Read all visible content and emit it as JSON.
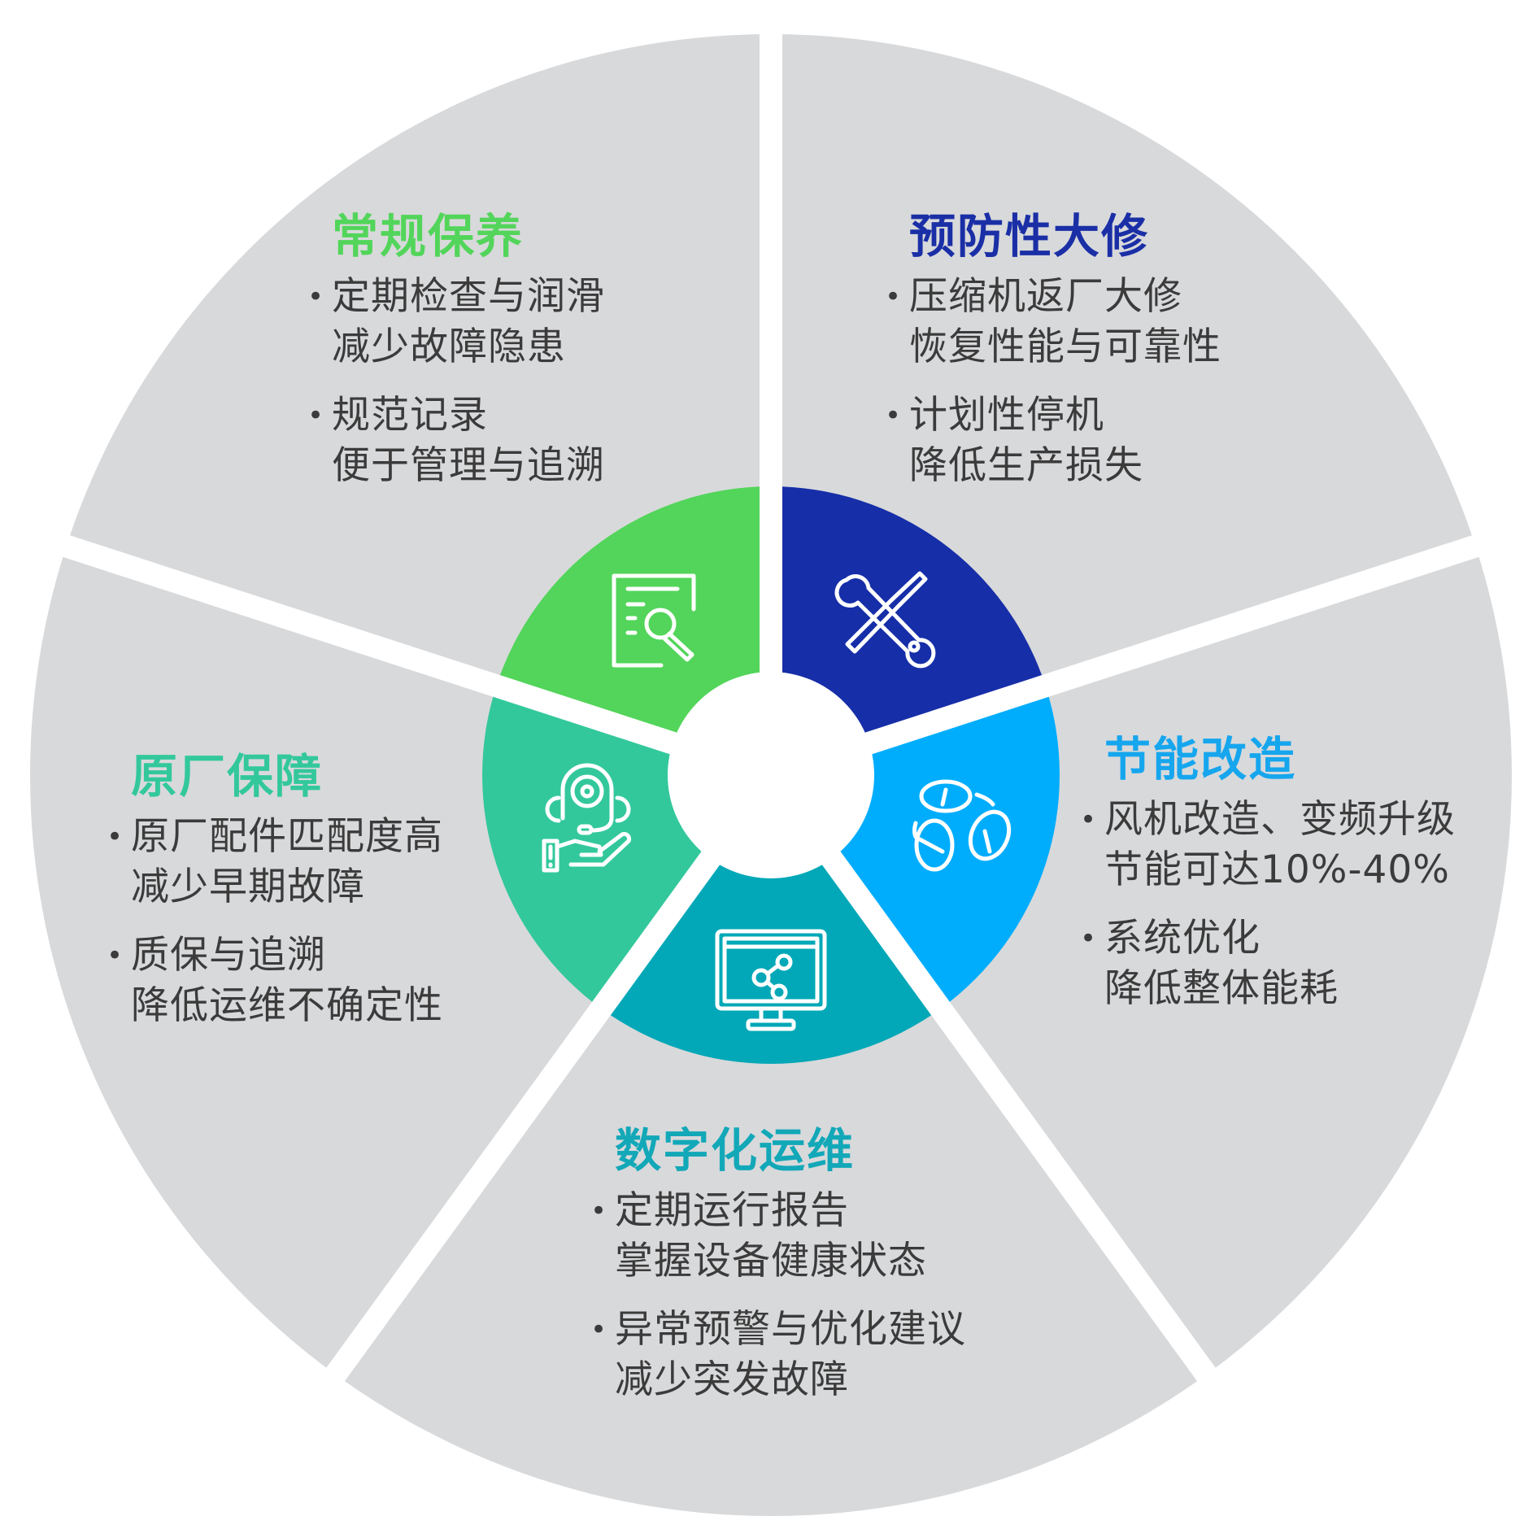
{
  "colors": {
    "background_ring": "#d8d9db",
    "text": "#3b3b3b",
    "routine": "#52d55a",
    "preventive": "#162ea8",
    "energy": "#00adfd",
    "digital": "#02a8b7",
    "oem": "#33c89c"
  },
  "segments": [
    {
      "key": "routine",
      "title": "常规保养",
      "icon": "document-wrench-icon",
      "items": [
        {
          "line1": "定期检查与润滑",
          "line2": "减少故障隐患"
        },
        {
          "line1": "规范记录",
          "line2": "便于管理与追溯"
        }
      ]
    },
    {
      "key": "preventive",
      "title": "预防性大修",
      "icon": "wrench-screwdriver-icon",
      "items": [
        {
          "line1": "压缩机返厂大修",
          "line2": "恢复性能与可靠性"
        },
        {
          "line1": "计划性停机",
          "line2": "降低生产损失"
        }
      ]
    },
    {
      "key": "energy",
      "title": "节能改造",
      "icon": "leaves-cycle-icon",
      "items": [
        {
          "line1": "风机改造、变频升级",
          "line2": "节能可达10%-40%"
        },
        {
          "line1": "系统优化",
          "line2": "降低整体能耗"
        }
      ]
    },
    {
      "key": "digital",
      "title": "数字化运维",
      "icon": "monitor-share-icon",
      "items": [
        {
          "line1": "定期运行报告",
          "line2": "掌握设备健康状态"
        },
        {
          "line1": "异常预警与优化建议",
          "line2": "减少突发故障"
        }
      ]
    },
    {
      "key": "oem",
      "title": "原厂保障",
      "icon": "support-hand-icon",
      "items": [
        {
          "line1": "原厂配件匹配度高",
          "line2": "减少早期故障"
        },
        {
          "line1": "质保与追溯",
          "line2": "降低运维不确定性"
        }
      ]
    }
  ],
  "bullet": "•"
}
